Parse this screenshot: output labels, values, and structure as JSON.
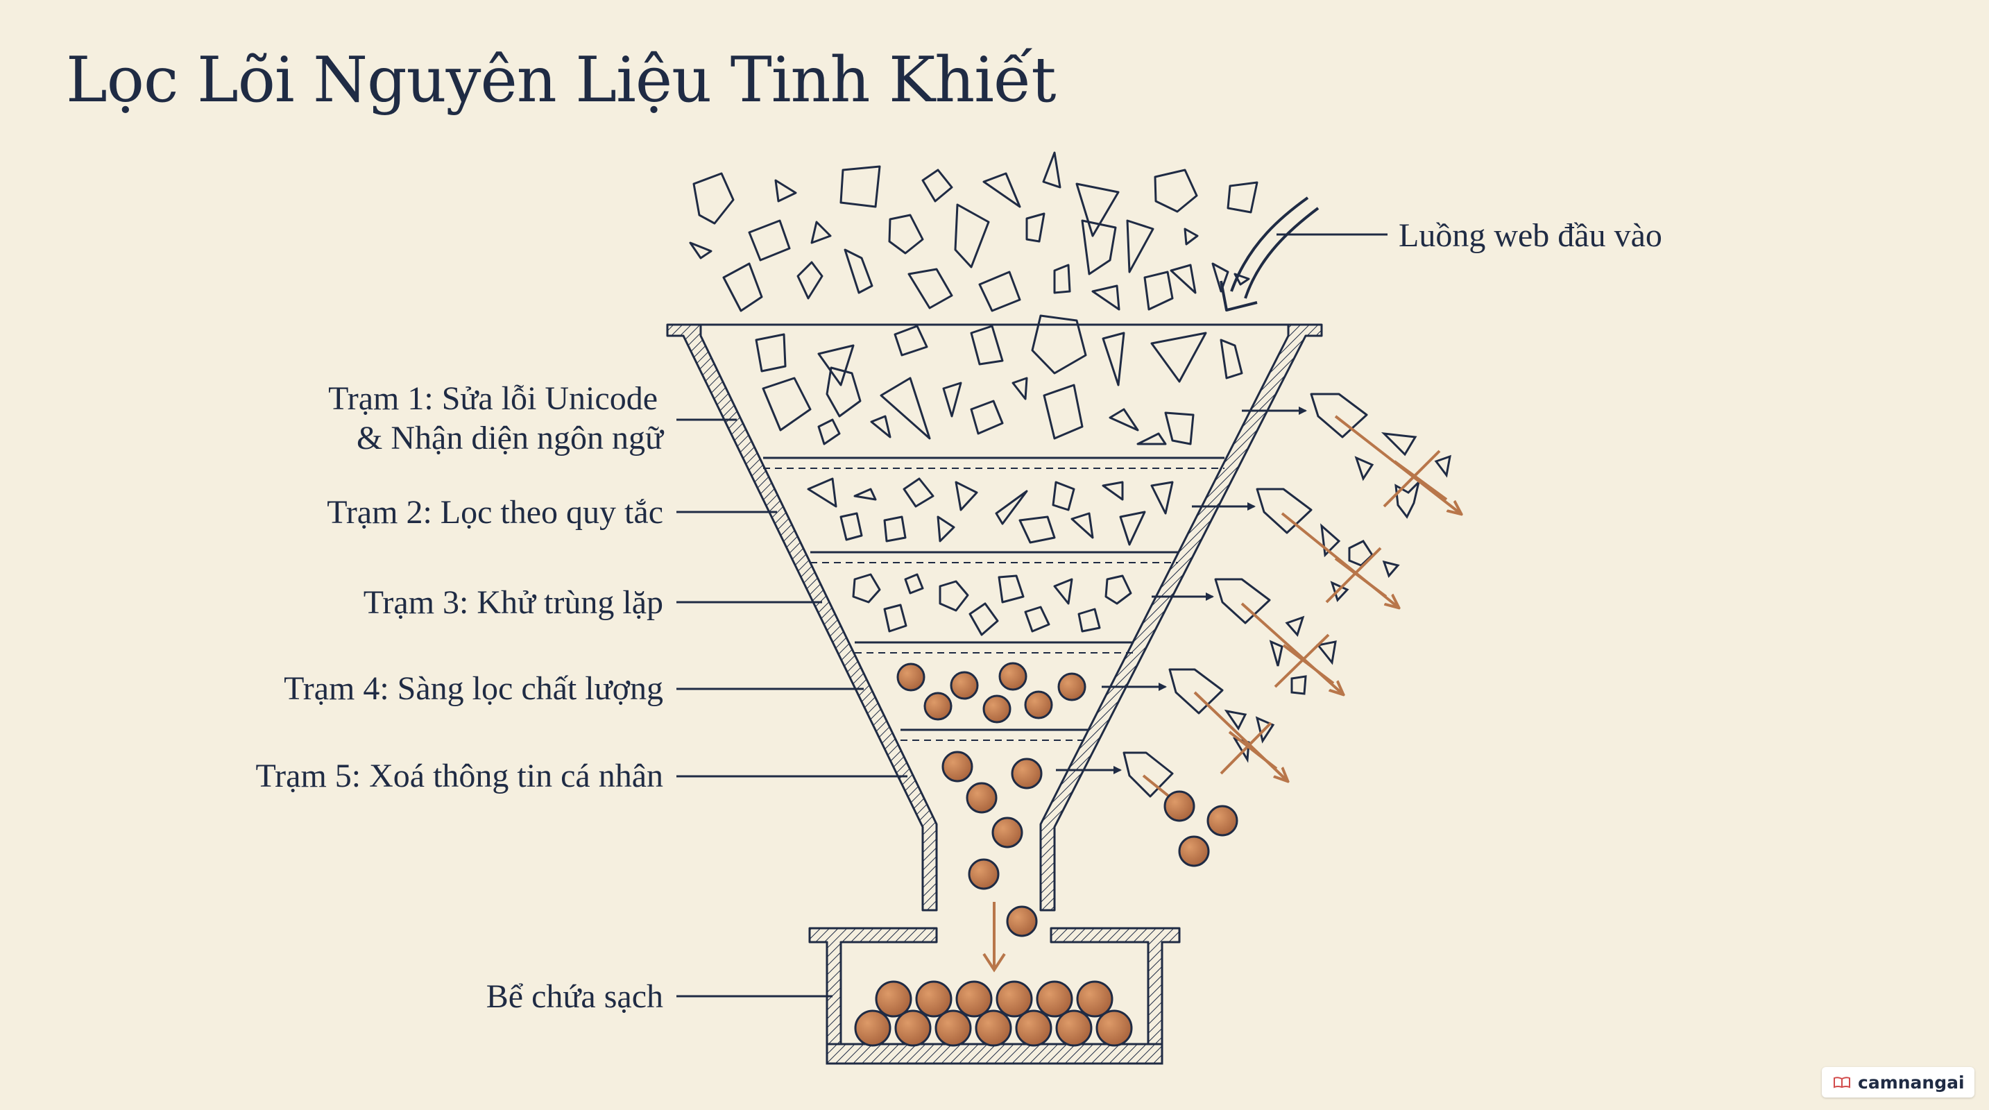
{
  "title": "Lọc Lõi Nguyên Liệu Tinh Khiết",
  "input_label": "Luồng web đầu vào",
  "stations": [
    {
      "line1": "Trạm 1: Sửa lỗi Unicode",
      "line2": "& Nhận diện ngôn ngữ"
    },
    {
      "line1": "Trạm 2: Lọc theo quy tắc"
    },
    {
      "line1": "Trạm 3: Khử trùng lặp"
    },
    {
      "line1": "Trạm 4: Sàng lọc chất lượng"
    },
    {
      "line1": "Trạm 5: Xoá thông tin cá nhân"
    }
  ],
  "tank_label": "Bể chứa sạch",
  "watermark": "camnangai",
  "colors": {
    "background": "#f5efdf",
    "ink": "#1f2b44",
    "clean_ball": "#c0784b",
    "reject_arrow": "#b8764a"
  },
  "icons": [
    "curved-arrow-icon",
    "reject-cross-icon",
    "chute-icon",
    "book-icon"
  ]
}
